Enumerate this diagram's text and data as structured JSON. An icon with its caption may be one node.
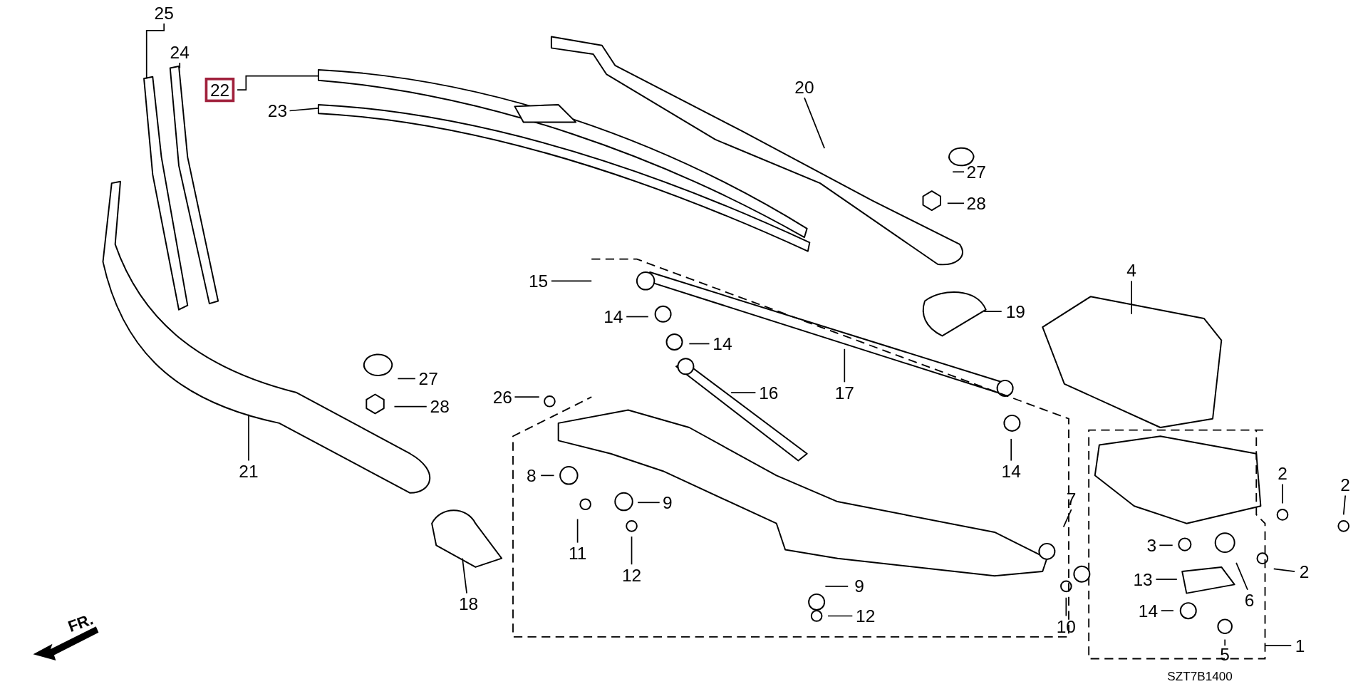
{
  "diagram": {
    "nodes": [
      {
        "text": [
          "25"
        ]
      },
      {
        "text": [
          "24"
        ]
      },
      {
        "text": [
          "22"
        ]
      },
      {
        "text": [
          "23"
        ]
      },
      {
        "text": [
          "20"
        ]
      },
      {
        "text": [
          "27"
        ]
      },
      {
        "text": [
          "28"
        ]
      },
      {
        "text": [
          "4"
        ]
      },
      {
        "text": [
          "19"
        ]
      },
      {
        "text": [
          "15"
        ]
      },
      {
        "text": [
          "14"
        ]
      },
      {
        "text": [
          "14"
        ]
      },
      {
        "text": [
          "16"
        ]
      },
      {
        "text": [
          "17"
        ]
      },
      {
        "text": [
          "27"
        ]
      },
      {
        "text": [
          "28"
        ]
      },
      {
        "text": [
          "26"
        ]
      },
      {
        "text": [
          "21"
        ]
      },
      {
        "text": [
          "14"
        ]
      },
      {
        "text": [
          "8"
        ]
      },
      {
        "text": [
          "9"
        ]
      },
      {
        "text": [
          "11"
        ]
      },
      {
        "text": [
          "12"
        ]
      },
      {
        "text": [
          "18"
        ]
      },
      {
        "text": [
          "7"
        ]
      },
      {
        "text": [
          "9"
        ]
      },
      {
        "text": [
          "12"
        ]
      },
      {
        "text": [
          "10"
        ]
      },
      {
        "text": [
          "2"
        ]
      },
      {
        "text": [
          "2"
        ]
      },
      {
        "text": [
          "3"
        ]
      },
      {
        "text": [
          "13"
        ]
      },
      {
        "text": [
          "6"
        ]
      },
      {
        "text": [
          "2"
        ]
      },
      {
        "text": [
          "14"
        ]
      },
      {
        "text": [
          "5"
        ]
      },
      {
        "text": [
          "1"
        ]
      }
    ],
    "edges": [
      {
        "from": 0,
        "to": null,
        "arrow": "none"
      },
      {
        "from": 1,
        "to": null,
        "arrow": "none"
      },
      {
        "from": 2,
        "to": null,
        "arrow": "none"
      },
      {
        "from": 3,
        "to": null,
        "arrow": "none"
      },
      {
        "from": 4,
        "to": null,
        "arrow": "none"
      },
      {
        "from": 5,
        "to": null,
        "arrow": "none"
      },
      {
        "from": 6,
        "to": null,
        "arrow": "none"
      },
      {
        "from": 7,
        "to": null,
        "arrow": "none"
      },
      {
        "from": 8,
        "to": null,
        "arrow": "none"
      },
      {
        "from": 9,
        "to": null,
        "arrow": "none"
      },
      {
        "from": 10,
        "to": null,
        "arrow": "none"
      },
      {
        "from": 11,
        "to": null,
        "arrow": "none"
      },
      {
        "from": 12,
        "to": null,
        "arrow": "none"
      },
      {
        "from": 13,
        "to": null,
        "arrow": "none"
      },
      {
        "from": 14,
        "to": null,
        "arrow": "none"
      },
      {
        "from": 15,
        "to": null,
        "arrow": "none"
      },
      {
        "from": 16,
        "to": null,
        "arrow": "none"
      },
      {
        "from": 17,
        "to": null,
        "arrow": "none"
      },
      {
        "from": 18,
        "to": null,
        "arrow": "none"
      },
      {
        "from": 19,
        "to": null,
        "arrow": "none"
      },
      {
        "from": 20,
        "to": null,
        "arrow": "none"
      },
      {
        "from": 21,
        "to": null,
        "arrow": "none"
      },
      {
        "from": 22,
        "to": null,
        "arrow": "none"
      },
      {
        "from": 23,
        "to": null,
        "arrow": "none"
      },
      {
        "from": 24,
        "to": null,
        "arrow": "none"
      },
      {
        "from": 25,
        "to": null,
        "arrow": "none"
      },
      {
        "from": 26,
        "to": null,
        "arrow": "none"
      },
      {
        "from": 27,
        "to": null,
        "arrow": "none"
      },
      {
        "from": 28,
        "to": null,
        "arrow": "none"
      },
      {
        "from": 29,
        "to": null,
        "arrow": "none"
      },
      {
        "from": 30,
        "to": null,
        "arrow": "none"
      },
      {
        "from": 31,
        "to": null,
        "arrow": "none"
      },
      {
        "from": 32,
        "to": null,
        "arrow": "none"
      },
      {
        "from": 33,
        "to": null,
        "arrow": "none"
      },
      {
        "from": 34,
        "to": null,
        "arrow": "none"
      },
      {
        "from": 35,
        "to": null,
        "arrow": "none"
      },
      {
        "from": 36,
        "to": null,
        "arrow": "none"
      }
    ],
    "labels": [
      "FR.",
      "SZT7B1400"
    ]
  }
}
